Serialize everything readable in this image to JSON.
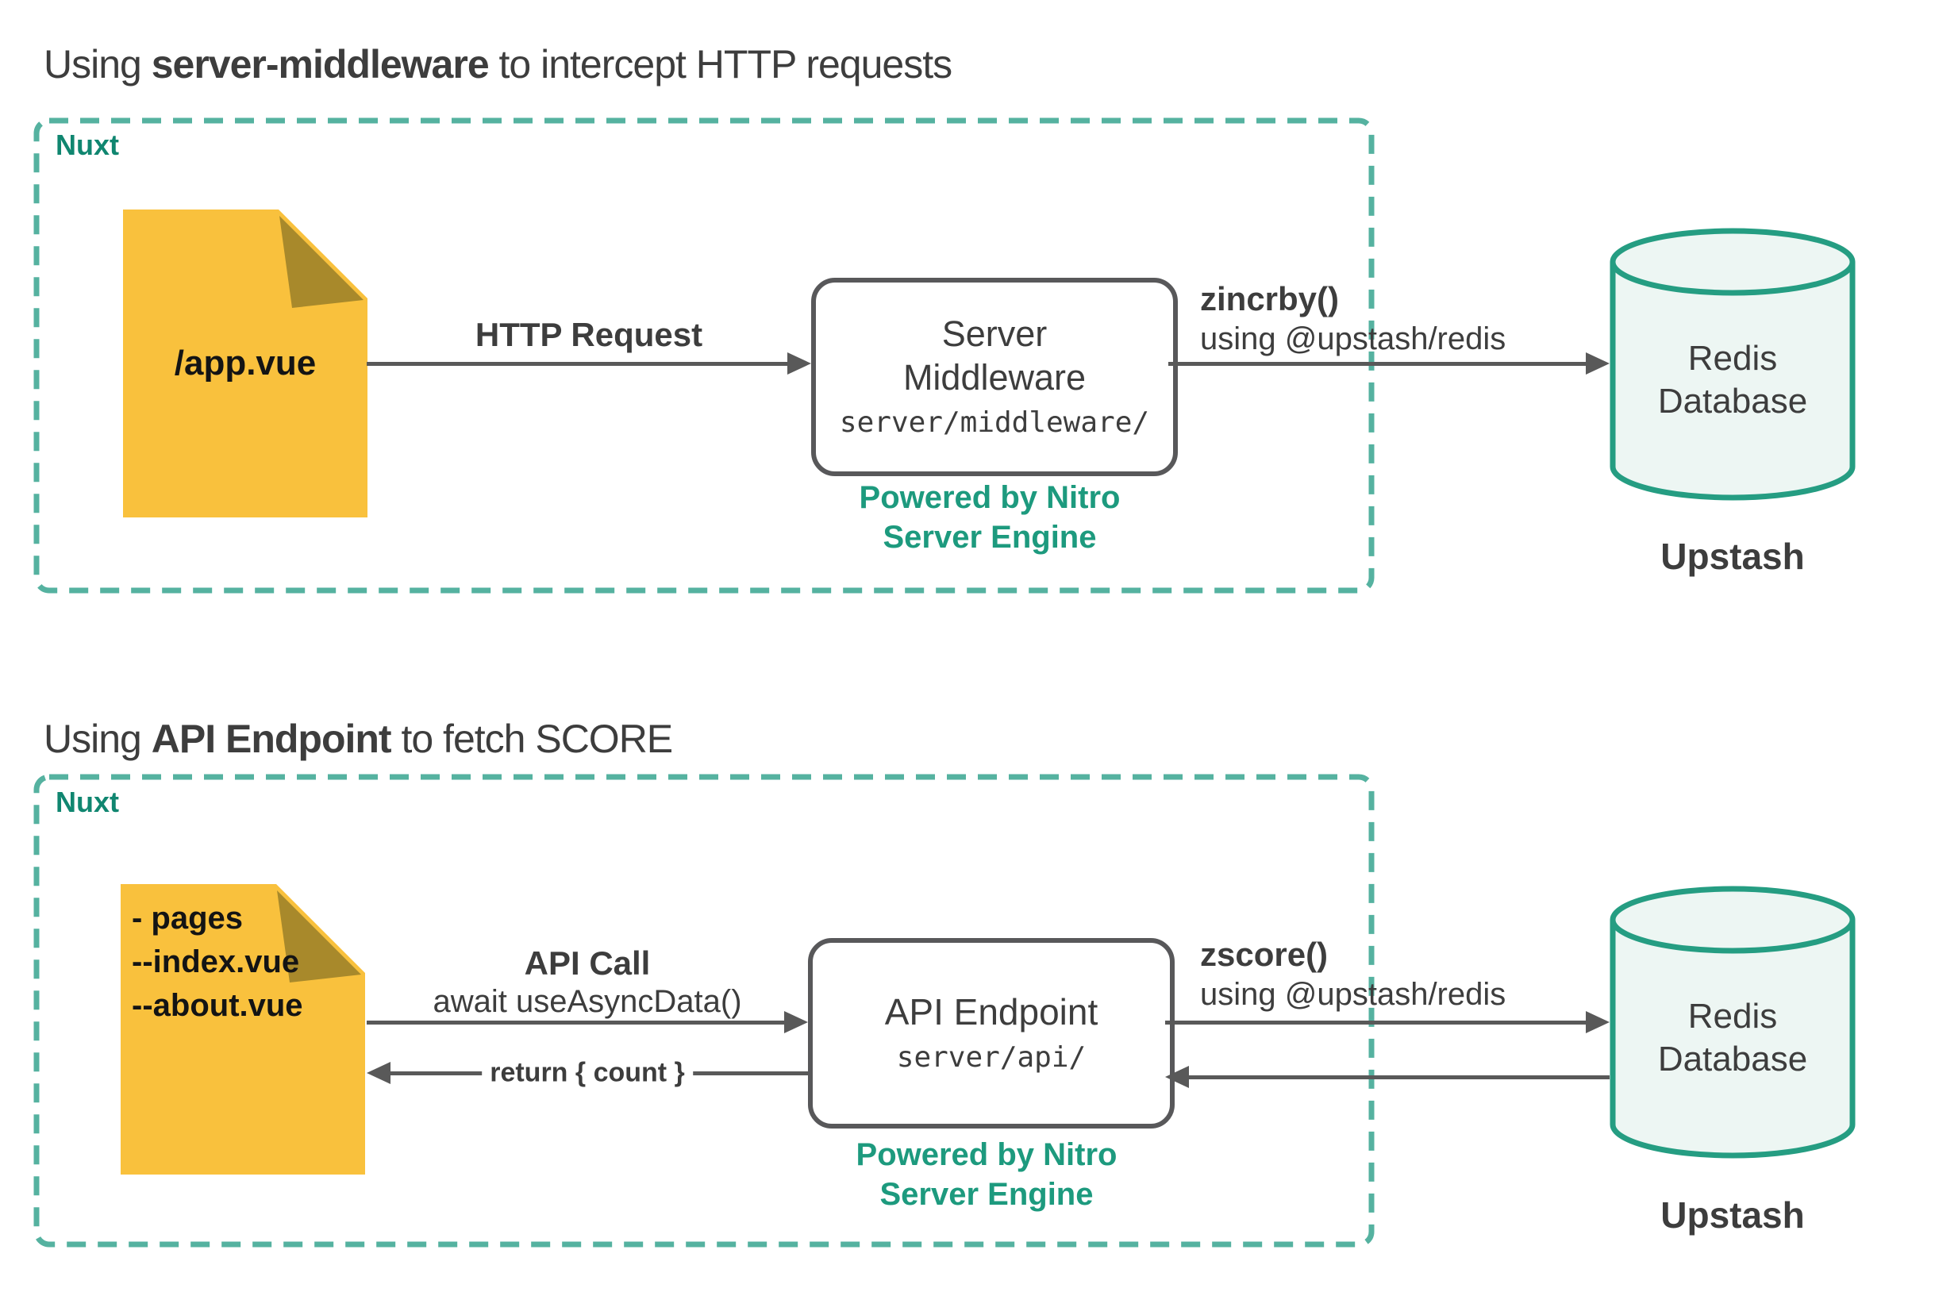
{
  "colors": {
    "teal-dashed": "#55b2a0",
    "teal-label": "#108670",
    "teal-powered": "#1d9a7e",
    "teal-cylinder-stroke": "#259d82",
    "cylinder-fill": "#edf6f3",
    "file-yellow": "#f9c13d",
    "file-fold": "#a8892b",
    "arrow-gray": "#595959",
    "box-border-gray": "#58585a",
    "text-dark": "#3d3d3d"
  },
  "sections": [
    {
      "title": {
        "prefix": "Using ",
        "emphasis": "server-middleware",
        "suffix": " to intercept HTTP requests"
      },
      "frame_label": "Nuxt",
      "file": {
        "lines": [
          "/app.vue"
        ]
      },
      "request_arrow": {
        "label": "HTTP Request"
      },
      "server_box": {
        "title_lines": [
          "Server",
          "Middleware"
        ],
        "path": "server/middleware/"
      },
      "powered_by": [
        "Powered by Nitro",
        "Server Engine"
      ],
      "redis_arrow": {
        "label": "zincrby()",
        "sublabel": "using @upstash/redis"
      },
      "database": {
        "name_lines": [
          "Redis",
          "Database"
        ],
        "provider": "Upstash"
      }
    },
    {
      "title": {
        "prefix": "Using ",
        "emphasis": "API Endpoint",
        "suffix": " to fetch SCORE"
      },
      "frame_label": "Nuxt",
      "file": {
        "lines": [
          "- pages",
          "--index.vue",
          "--about.vue"
        ]
      },
      "request_arrow": {
        "label": "API Call",
        "sublabel": "await useAsyncData()"
      },
      "return_arrow": {
        "label": "return { count }"
      },
      "server_box": {
        "title_lines": [
          "API Endpoint"
        ],
        "path": "server/api/"
      },
      "powered_by": [
        "Powered by Nitro",
        "Server Engine"
      ],
      "redis_arrow": {
        "label": "zscore()",
        "sublabel": "using @upstash/redis"
      },
      "database": {
        "name_lines": [
          "Redis",
          "Database"
        ],
        "provider": "Upstash"
      }
    }
  ]
}
